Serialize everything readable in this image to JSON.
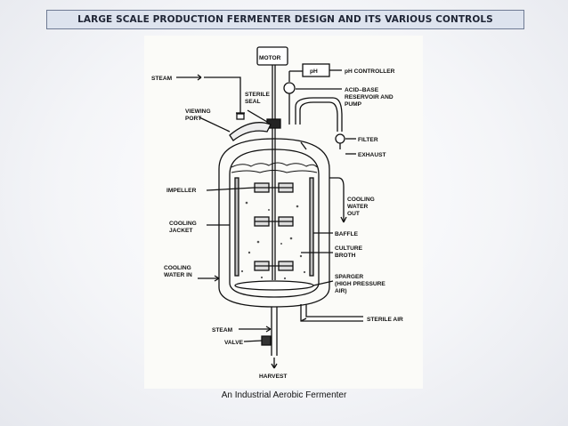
{
  "header": {
    "title": "LARGE SCALE PRODUCTION FERMENTER DESIGN AND ITS VARIOUS CONTROLS"
  },
  "figure": {
    "caption": "An Industrial Aerobic Fermenter",
    "labels": {
      "motor": "MOTOR",
      "ph": "pH",
      "ph_controller": "pH CONTROLLER",
      "steam_top": "STEAM",
      "sterile_seal": [
        "STERILE",
        "SEAL"
      ],
      "acid_base": [
        "ACID–BASE",
        "RESERVOIR AND",
        "PUMP"
      ],
      "viewing_port": [
        "VIEWING",
        "PORT"
      ],
      "filter": "FILTER",
      "exhaust": "EXHAUST",
      "impeller": "IMPELLER",
      "cooling_water_out": [
        "COOLING",
        "WATER",
        "OUT"
      ],
      "cooling_jacket": [
        "COOLING",
        "JACKET"
      ],
      "baffle": "BAFFLE",
      "culture_broth": [
        "CULTURE",
        "BROTH"
      ],
      "cooling_water_in": [
        "COOLING",
        "WATER IN"
      ],
      "sparger": [
        "SPARGER",
        "(HIGH PRESSURE",
        "AIR)"
      ],
      "sterile_air": "STERILE AIR",
      "steam_bottom": "STEAM",
      "valve": "VALVE",
      "harvest": "HARVEST"
    }
  }
}
